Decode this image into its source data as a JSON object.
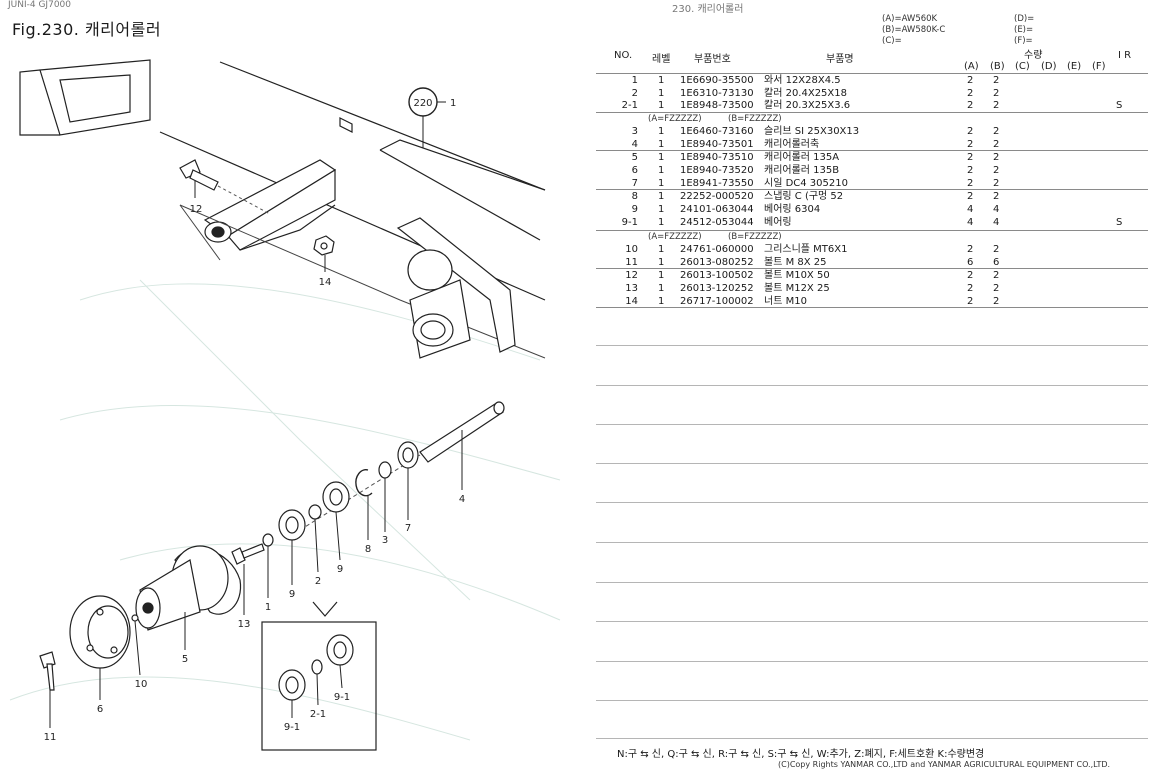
{
  "header": {
    "top_left_cut": "JUNI-4  GJ7000",
    "figure_title": "Fig.230.  캐리어롤러",
    "top_mid_cut": "230.  캐리어롤러"
  },
  "models": {
    "a": "(A)=AW560K",
    "b": "(B)=AW580K-C",
    "c": "(C)=",
    "d": "(D)=",
    "e": "(E)=",
    "f": "(F)="
  },
  "table": {
    "headers": {
      "no": "NO.",
      "level": "레벨",
      "part_no": "부품번호",
      "part_name": "부품명",
      "qty": "수량",
      "ir": "I R"
    },
    "qty_cols": [
      "(A)",
      "(B)",
      "(C)",
      "(D)",
      "(E)",
      "(F)"
    ],
    "rows": [
      {
        "no": "1",
        "lv": "1",
        "pn": "1E6690-35500",
        "name": "와서 12X28X4.5",
        "a": "2",
        "b": "2",
        "ir": ""
      },
      {
        "no": "2",
        "lv": "1",
        "pn": "1E6310-73130",
        "name": "칼러 20.4X25X18",
        "a": "2",
        "b": "2",
        "ir": ""
      },
      {
        "no": "2-1",
        "lv": "1",
        "pn": "1E8948-73500",
        "name": "칼러 20.3X25X3.6",
        "a": "2",
        "b": "2",
        "ir": "S"
      },
      {
        "no": "3",
        "lv": "1",
        "pn": "1E6460-73160",
        "name": "슬리브 SI 25X30X13",
        "a": "2",
        "b": "2",
        "ir": ""
      },
      {
        "no": "4",
        "lv": "1",
        "pn": "1E8940-73501",
        "name": "캐리어롤러축",
        "a": "2",
        "b": "2",
        "ir": ""
      },
      {
        "no": "5",
        "lv": "1",
        "pn": "1E8940-73510",
        "name": "캐리어롤러 135A",
        "a": "2",
        "b": "2",
        "ir": ""
      },
      {
        "no": "6",
        "lv": "1",
        "pn": "1E8940-73520",
        "name": "캐리어롤러 135B",
        "a": "2",
        "b": "2",
        "ir": ""
      },
      {
        "no": "7",
        "lv": "1",
        "pn": "1E8941-73550",
        "name": "시일 DC4 305210",
        "a": "2",
        "b": "2",
        "ir": ""
      },
      {
        "no": "8",
        "lv": "1",
        "pn": "22252-000520",
        "name": "스냅링 C (구멍 52",
        "a": "2",
        "b": "2",
        "ir": ""
      },
      {
        "no": "9",
        "lv": "1",
        "pn": "24101-063044",
        "name": "베어링 6304",
        "a": "4",
        "b": "4",
        "ir": ""
      },
      {
        "no": "9-1",
        "lv": "1",
        "pn": "24512-053044",
        "name": "베어링",
        "a": "4",
        "b": "4",
        "ir": "S"
      },
      {
        "no": "10",
        "lv": "1",
        "pn": "24761-060000",
        "name": "그리스니플 MT6X1",
        "a": "2",
        "b": "2",
        "ir": ""
      },
      {
        "no": "11",
        "lv": "1",
        "pn": "26013-080252",
        "name": "볼트 M 8X 25",
        "a": "6",
        "b": "6",
        "ir": ""
      },
      {
        "no": "12",
        "lv": "1",
        "pn": "26013-100502",
        "name": "볼트 M10X 50",
        "a": "2",
        "b": "2",
        "ir": ""
      },
      {
        "no": "13",
        "lv": "1",
        "pn": "26013-120252",
        "name": "볼트 M12X 25",
        "a": "2",
        "b": "2",
        "ir": ""
      },
      {
        "no": "14",
        "lv": "1",
        "pn": "26717-100002",
        "name": "너트 M10",
        "a": "2",
        "b": "2",
        "ir": ""
      }
    ],
    "notes": {
      "group1_a": "(A=FZZZZZ)",
      "group1_b": "(B=FZZZZZ)",
      "group2_a": "(A=FZZZZZ)",
      "group2_b": "(B=FZZZZZ)"
    }
  },
  "diagram": {
    "callouts": {
      "ref220": "220",
      "ref220_qty": "1",
      "c12": "12",
      "c14": "14",
      "c4": "4",
      "c7": "7",
      "c3": "3",
      "c8": "8",
      "c9a": "9",
      "c2": "2",
      "c9b": "9",
      "c1": "1",
      "c13": "13",
      "c5": "5",
      "c10": "10",
      "c6": "6",
      "c11": "11",
      "c9_1a": "9-1",
      "c2_1": "2-1",
      "c9_1b": "9-1"
    }
  },
  "footer": {
    "legend": "N:구 ⇆ 신,  Q:구 ⇆ 신,  R:구 ⇆ 신,  S:구 ⇆ 신,  W:추가,  Z:폐지,  F:세트호환  K:수량변경",
    "copyright": "(C)Copy Rights  YANMAR CO.,LTD and YANMAR AGRICULTURAL EQUIPMENT CO.,LTD."
  }
}
